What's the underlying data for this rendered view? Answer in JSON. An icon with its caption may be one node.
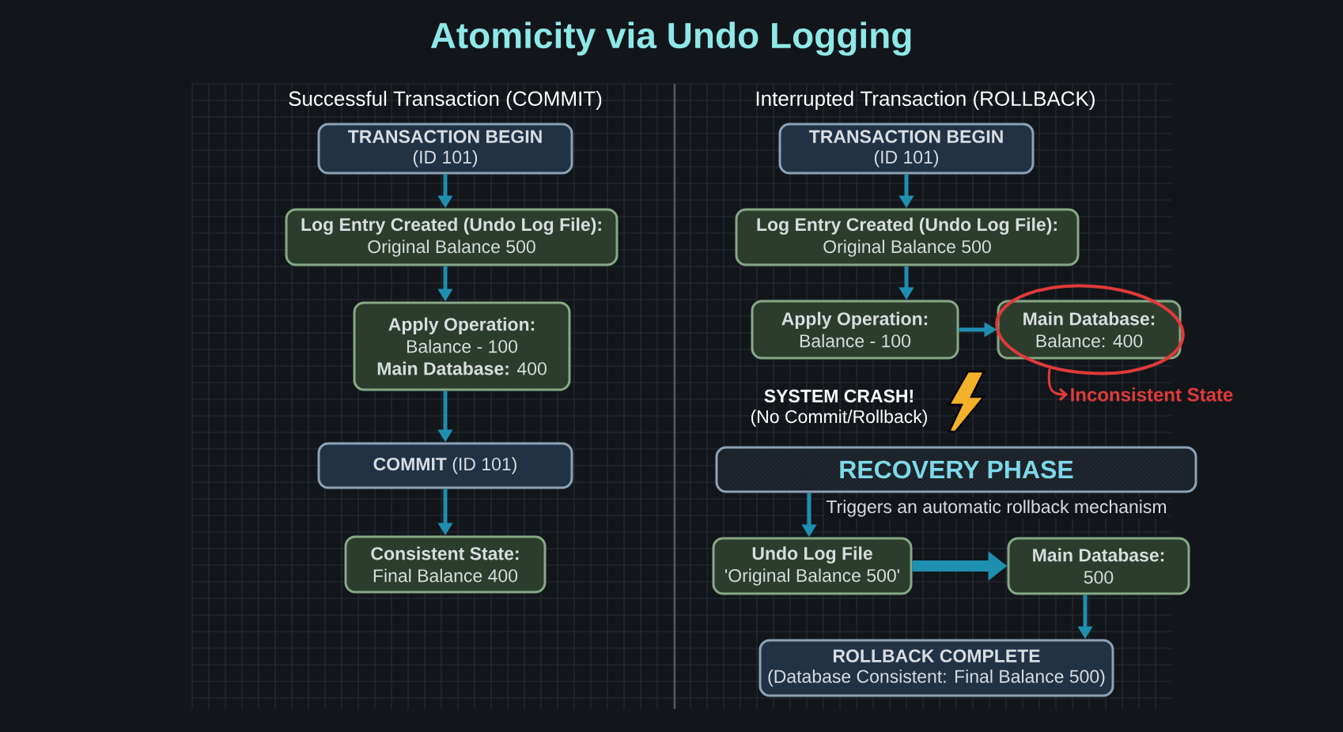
{
  "diagram": {
    "title": "Atomicity via Undo Logging",
    "nodes": [
      {
        "text": [
          "TRANSACTION BEGIN",
          "(ID 101)"
        ]
      },
      {
        "text": [
          "Log Entry Created (Undo Log File):",
          "Original Balance 500"
        ]
      },
      {
        "text": [
          "Apply Operation:",
          "Balance - 100",
          "**Main Database:** 400"
        ]
      },
      {
        "text": [
          "**COMMIT** (ID 101)"
        ]
      },
      {
        "text": [
          "Consistent State:",
          "Final Balance 400"
        ]
      },
      {
        "text": [
          "TRANSACTION BEGIN",
          "(ID 101)"
        ]
      },
      {
        "text": [
          "Log Entry Created (Undo Log File):",
          "Original Balance 500"
        ]
      },
      {
        "text": [
          "Apply Operation:",
          "Balance - 100"
        ]
      },
      {
        "text": [
          "Main Database:",
          "Balance: 400"
        ]
      },
      {
        "text": [
          "Inconsistent State"
        ]
      },
      {
        "text": [
          "RECOVERY PHASE"
        ]
      },
      {
        "text": [
          "Undo Log File",
          "'Original Balance 500'"
        ]
      },
      {
        "text": [
          "Main Database:",
          "500"
        ]
      },
      {
        "text": [
          "ROLLBACK COMPLETE",
          "(Database Consistent: Final Balance 500)"
        ]
      }
    ],
    "edges": [
      {
        "from": 0,
        "to": 1,
        "arrow": "to"
      },
      {
        "from": 1,
        "to": 2,
        "arrow": "to"
      },
      {
        "from": 2,
        "to": 3,
        "arrow": "to"
      },
      {
        "from": 3,
        "to": 4,
        "arrow": "to"
      },
      {
        "from": 5,
        "to": 6,
        "arrow": "to"
      },
      {
        "from": 6,
        "to": 7,
        "arrow": "to"
      },
      {
        "from": 7,
        "to": 8,
        "arrow": "to"
      },
      {
        "from": 8,
        "to": 9,
        "arrow": "to",
        "color": "#e03a3a"
      },
      {
        "from": 10,
        "to": 11,
        "arrow": "to",
        "label": "Triggers an automatic rollback mechanism"
      },
      {
        "from": 11,
        "to": 12,
        "arrow": "to",
        "style": "thick"
      },
      {
        "from": 12,
        "to": 13,
        "arrow": "to"
      }
    ],
    "labels": [
      "Successful Transaction (COMMIT)",
      "Interrupted Transaction (ROLLBACK)",
      "SYSTEM CRASH!",
      "(No Commit/Rollback)"
    ]
  }
}
